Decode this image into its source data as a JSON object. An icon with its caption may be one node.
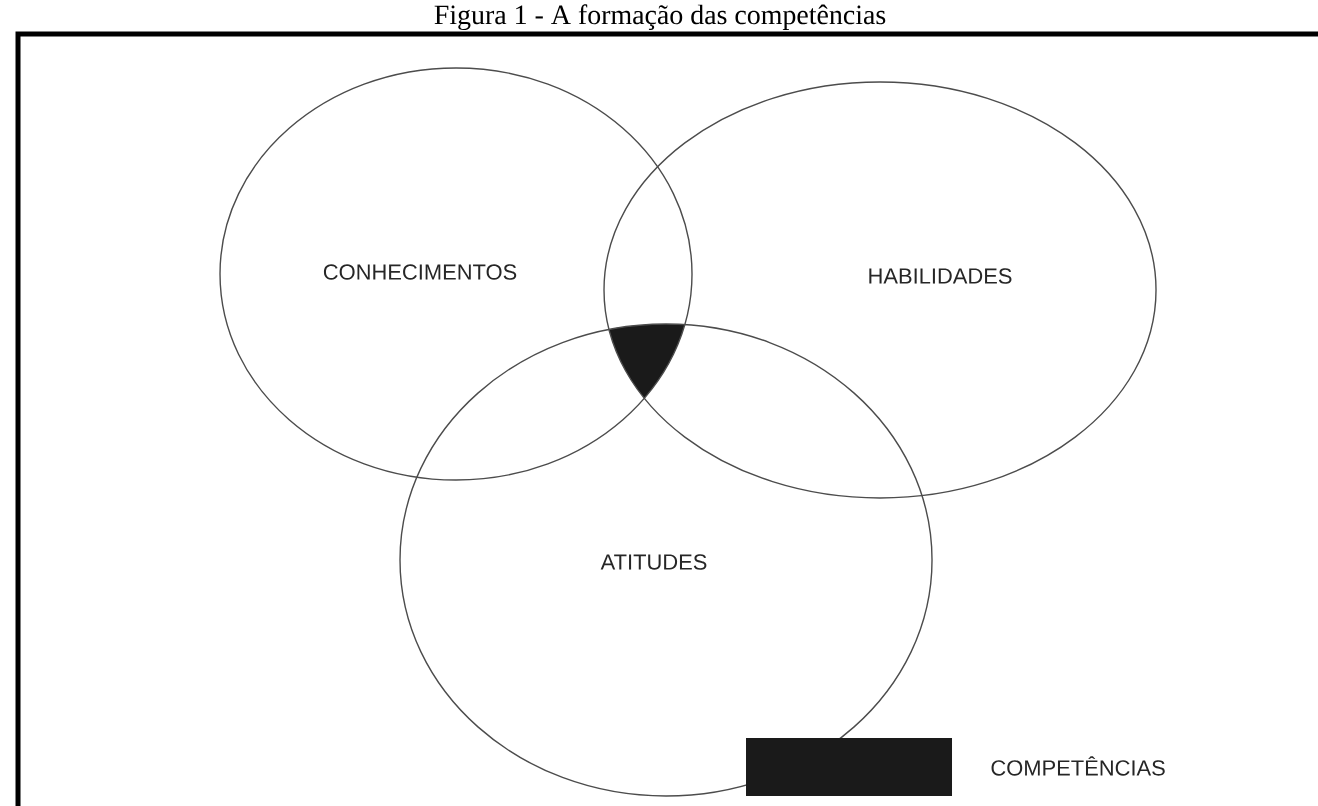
{
  "diagram": {
    "title": "Figura 1 - A formação das competências",
    "nodes": [
      {
        "text": [
          "CONHECIMENTOS"
        ]
      },
      {
        "text": [
          "HABILIDADES"
        ]
      },
      {
        "text": [
          "ATITUDES"
        ]
      }
    ],
    "legend": [
      {
        "text": "COMPETÊNCIAS",
        "color": "#1a1a1a"
      }
    ]
  }
}
